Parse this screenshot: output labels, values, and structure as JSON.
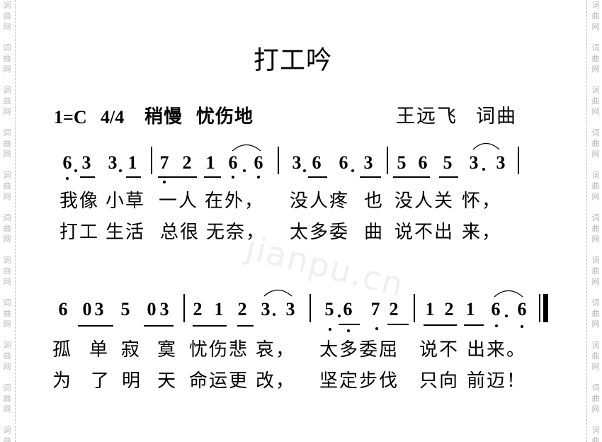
{
  "side_watermark": {
    "chars": [
      "词",
      "曲",
      "网"
    ]
  },
  "center_watermark": "jianpu.cn",
  "title": "打工吟",
  "header": {
    "key": "1=C",
    "time_signature": "4/4",
    "tempo": "稍慢",
    "mood": "忧伤地",
    "author": "王远飞",
    "author_role": "词曲"
  },
  "colors": {
    "ink": "#000000",
    "side_watermark": "#b4b4b4",
    "guide_line": "#bdbdbd"
  },
  "systems": [
    {
      "measures": [
        {
          "notes": [
            {
              "d": "6",
              "low_octave": true,
              "dotted": true
            },
            {
              "d": "3",
              "underlined": true
            },
            {
              "d": "3",
              "dotted": true
            },
            {
              "d": "1",
              "underlined": true
            }
          ]
        },
        {
          "notes": [
            {
              "d": "7",
              "low_octave": true,
              "underlined": true
            },
            {
              "d": "2",
              "underlined": true
            },
            {
              "d": "1",
              "underlined": true
            },
            {
              "d": "6",
              "low_octave": true,
              "dotted": true,
              "slur": "start"
            },
            {
              "d": "6",
              "low_octave": true,
              "slur": "end"
            }
          ]
        },
        {
          "notes": [
            {
              "d": "3",
              "dotted": true
            },
            {
              "d": "6",
              "underlined": true
            },
            {
              "d": "6",
              "dotted": true
            },
            {
              "d": "3",
              "underlined": true
            }
          ]
        },
        {
          "notes": [
            {
              "d": "5",
              "underlined": true
            },
            {
              "d": "6",
              "underlined": true
            },
            {
              "d": "5",
              "underlined": true
            },
            {
              "d": "3",
              "dotted": true,
              "slur": "start"
            },
            {
              "d": "3",
              "slur": "end"
            }
          ]
        }
      ],
      "lyrics": [
        [
          "我像",
          "小草",
          "一人",
          "在外，",
          "没人疼",
          "也",
          "没人关",
          "怀，"
        ],
        [
          "打工",
          "生活",
          "总很",
          "无奈，",
          "太多委",
          "曲",
          "说不出",
          "来，"
        ]
      ]
    },
    {
      "measures": [
        {
          "notes": [
            {
              "d": "6"
            },
            {
              "d": "0",
              "underlined": true
            },
            {
              "d": "3",
              "underlined": true
            },
            {
              "d": "5"
            },
            {
              "d": "0",
              "underlined": true
            },
            {
              "d": "3",
              "underlined": true
            }
          ]
        },
        {
          "notes": [
            {
              "d": "2",
              "underlined": true
            },
            {
              "d": "1",
              "underlined": true
            },
            {
              "d": "2",
              "underlined": true
            },
            {
              "d": "3",
              "dotted": true,
              "slur": "start"
            },
            {
              "d": "3",
              "slur": "end"
            }
          ]
        },
        {
          "notes": [
            {
              "d": "5",
              "low_octave": true,
              "dotted": true
            },
            {
              "d": "6",
              "low_octave": true,
              "underlined": true
            },
            {
              "d": "7",
              "low_octave": true
            },
            {
              "d": "2",
              "underlined": true
            }
          ]
        },
        {
          "notes": [
            {
              "d": "1",
              "underlined": true
            },
            {
              "d": "2",
              "underlined": true
            },
            {
              "d": "1",
              "underlined": true
            },
            {
              "d": "6",
              "low_octave": true,
              "dotted": true,
              "slur": "start"
            },
            {
              "d": "6",
              "low_octave": true,
              "slur": "end"
            }
          ]
        }
      ],
      "final_barline": true,
      "lyrics": [
        [
          "孤",
          "单",
          "寂",
          "寞",
          "忧伤悲",
          "哀，",
          "太多委屈",
          "说不",
          "出来。"
        ],
        [
          "为",
          "了",
          "明",
          "天",
          "命运更",
          "改，",
          "坚定步伐",
          "只向",
          "前迈！"
        ]
      ]
    }
  ]
}
